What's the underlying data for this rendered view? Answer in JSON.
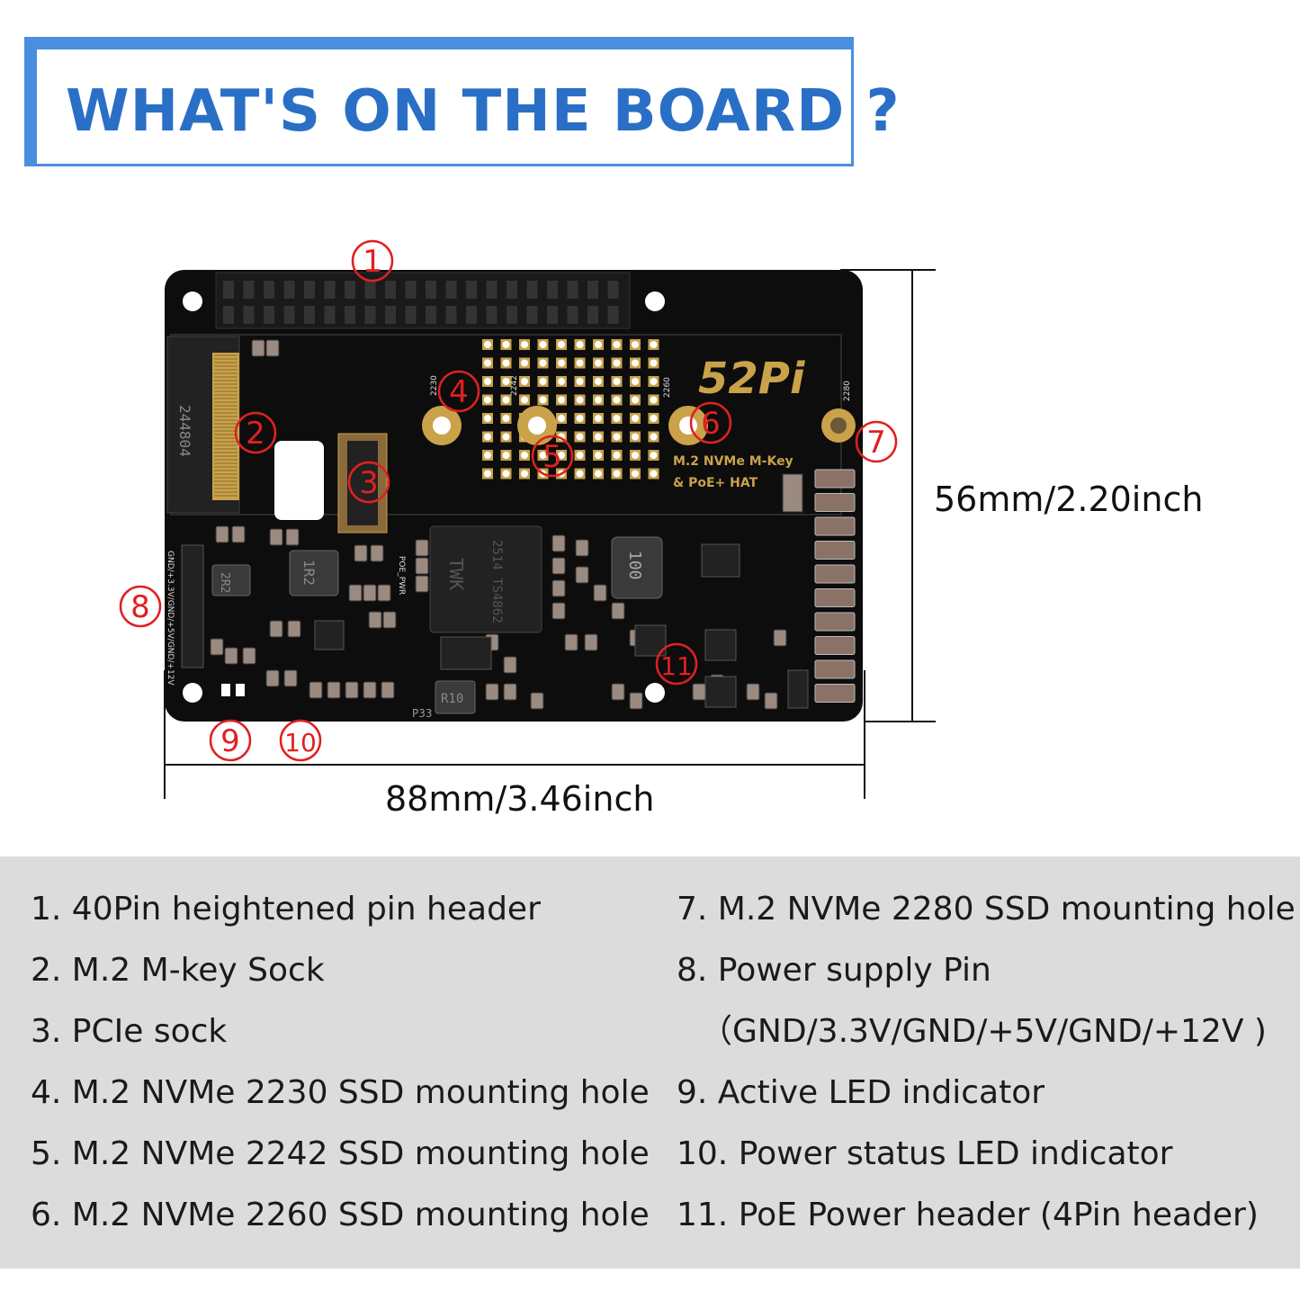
{
  "title": "WHAT'S ON THE BOARD ?",
  "dimensions": {
    "height_label": "56mm/2.20inch",
    "width_label": "88mm/3.46inch"
  },
  "board": {
    "markers": [
      "1",
      "2",
      "3",
      "4",
      "5",
      "6",
      "7",
      "8",
      "9",
      "10",
      "11"
    ],
    "silkscreen_logo": "52Pi",
    "silkscreen_line1": "M.2 NVMe M-Key",
    "silkscreen_line2": "& PoE+ HAT",
    "socket_text": "244804",
    "chip_text": "TWK",
    "chip_text2": "2514 TS4862",
    "inductor1": "100",
    "inductor2": "1R2",
    "inductor3": "2R2",
    "inductor4": "R10",
    "poe_label": "POE_PWR",
    "pin_label": "GND/+3.3V/GND/+5V/GND/+12V",
    "p33": "P33",
    "size_2230": "2230",
    "size_2242": "2242",
    "size_2260": "2260",
    "size_2280": "2280"
  },
  "legend": {
    "left": [
      "1. 40Pin heightened pin header",
      "2. M.2 M-key Sock",
      "3. PCIe sock",
      "4. M.2 NVMe 2230 SSD mounting hole",
      "5. M.2 NVMe 2242 SSD mounting hole",
      "6. M.2 NVMe 2260 SSD mounting hole"
    ],
    "right": [
      "7. M.2 NVMe 2280 SSD mounting hole",
      "8. Power supply Pin",
      "（GND/3.3V/GND/+5V/GND/+12V )",
      "9. Active LED indicator",
      "10. Power status LED indicator",
      "11. PoE Power header (4Pin header)"
    ]
  },
  "colors": {
    "title_blue": "#2a6fc6",
    "frame_blue": "#4a8ee0",
    "board_black": "#0d0d0d",
    "gold": "#c9a24a",
    "marker_red": "#e02020",
    "legend_bg": "#dcdcdc"
  }
}
